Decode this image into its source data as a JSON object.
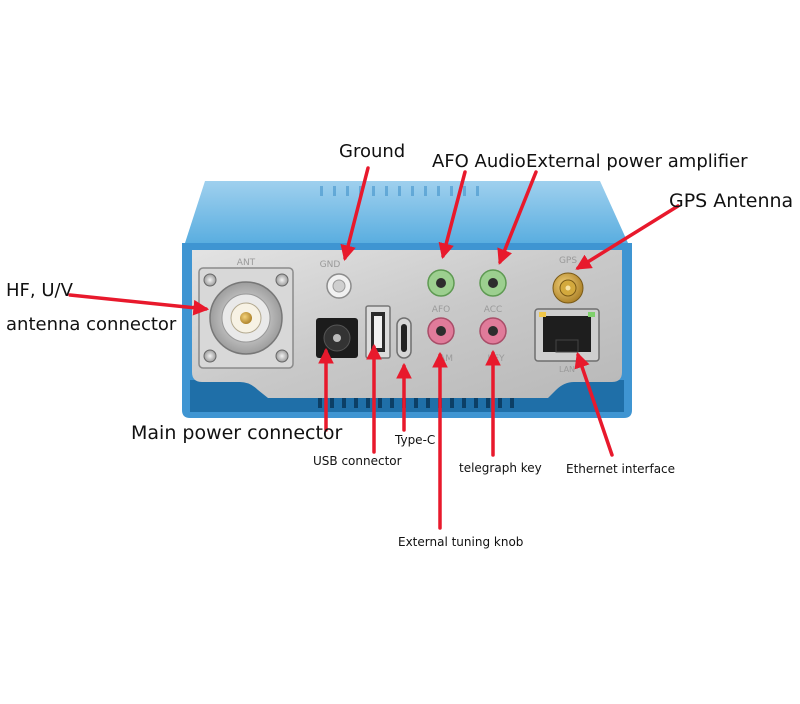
{
  "device": {
    "panel_labels": {
      "ant": "ANT",
      "gnd": "GND",
      "gps": "GPS",
      "afo": "AFO",
      "acc": "ACC",
      "am": "AM",
      "key": "KEY",
      "lan": "LAN"
    },
    "colors": {
      "case_blue": "#4fa3d8",
      "case_dark": "#1f6fa8",
      "panel_silver": "#cfcfcf",
      "arrow": "#e8192c",
      "audio_green": "#9ccf8f",
      "audio_pink": "#e07b9a"
    }
  },
  "callouts": {
    "ground": "Ground",
    "afo_audio": "AFO Audio",
    "external_pa": "External power amplifier",
    "gps_antenna": "GPS Antenna",
    "hf_uv_1": "HF, U/V",
    "hf_uv_2": "antenna connector",
    "main_power": "Main power connector",
    "usb": "USB connector",
    "type_c": "Type-C",
    "telegraph_key": "telegraph key",
    "ethernet": "Ethernet interface",
    "tuning_knob": "External tuning knob"
  }
}
